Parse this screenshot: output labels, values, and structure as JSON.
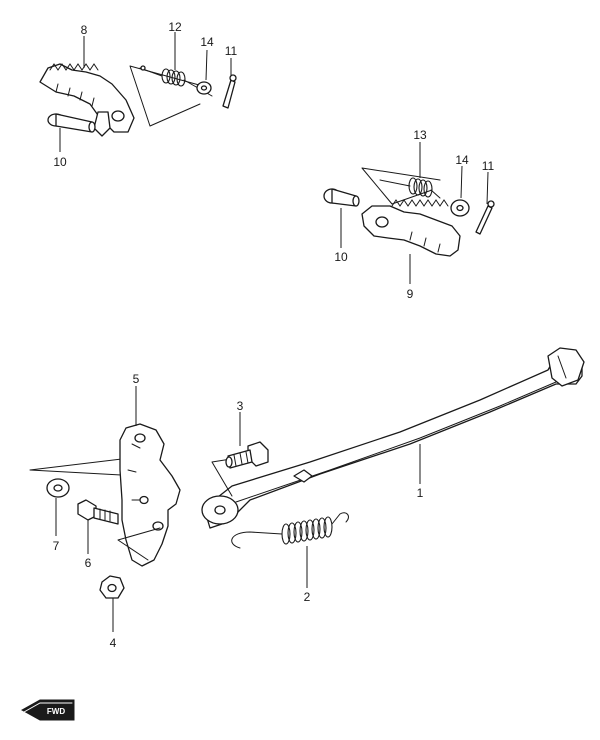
{
  "diagram": {
    "callouts": {
      "c1": "1",
      "c2": "2",
      "c3": "3",
      "c4": "4",
      "c5": "5",
      "c6": "6",
      "c7": "7",
      "c8": "8",
      "c9": "9",
      "c10a": "10",
      "c10b": "10",
      "c11a": "11",
      "c11b": "11",
      "c12": "12",
      "c13": "13",
      "c14a": "14",
      "c14b": "14"
    },
    "direction_badge": "FWD"
  }
}
